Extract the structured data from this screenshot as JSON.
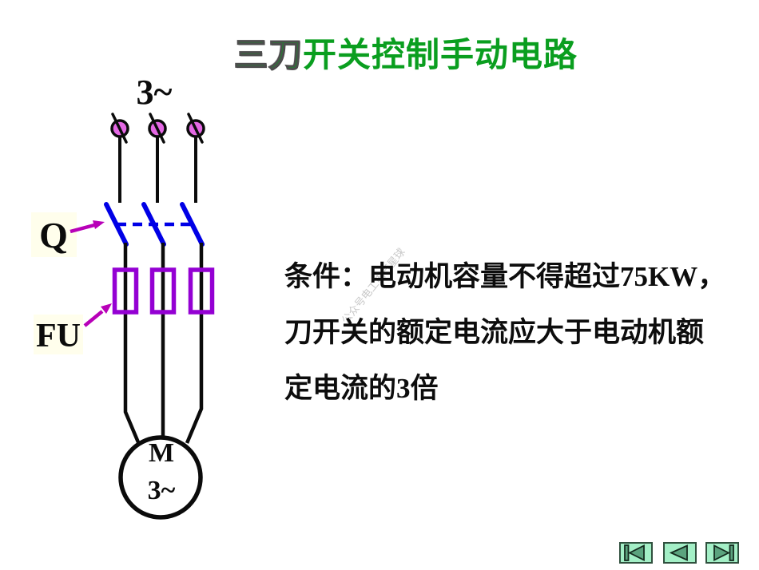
{
  "title": {
    "emphasis": "三刀",
    "rest": "开关控制手动电路"
  },
  "supply": {
    "label": "3~"
  },
  "switch": {
    "label": "Q"
  },
  "fuse": {
    "label": "FU"
  },
  "motor": {
    "label": "M",
    "phase": "3~"
  },
  "note": {
    "lines": [
      "条件：电动机容量不得超过75KW，",
      "刀开关的额定电流应大于电动机额",
      "定电流的3倍"
    ]
  },
  "watermark": {
    "text": "公众号电工电气星球"
  },
  "nav": {
    "buttons": [
      {
        "name": "first",
        "icon": "skip-to-start-icon"
      },
      {
        "name": "previous",
        "icon": "previous-icon"
      },
      {
        "name": "next",
        "icon": "skip-to-end-icon"
      }
    ]
  },
  "colors": {
    "title_green": "#0a9e1f",
    "blade_blue": "#0000e6",
    "fuse_purple": "#9400d3",
    "terminal_fill": "#e468e4",
    "arrow_magenta": "#b800b8",
    "label_bg": "#fffeec",
    "nav_bg": "#a3efc6",
    "nav_glyph": "#5ba37e",
    "nav_border": "#30503e"
  }
}
